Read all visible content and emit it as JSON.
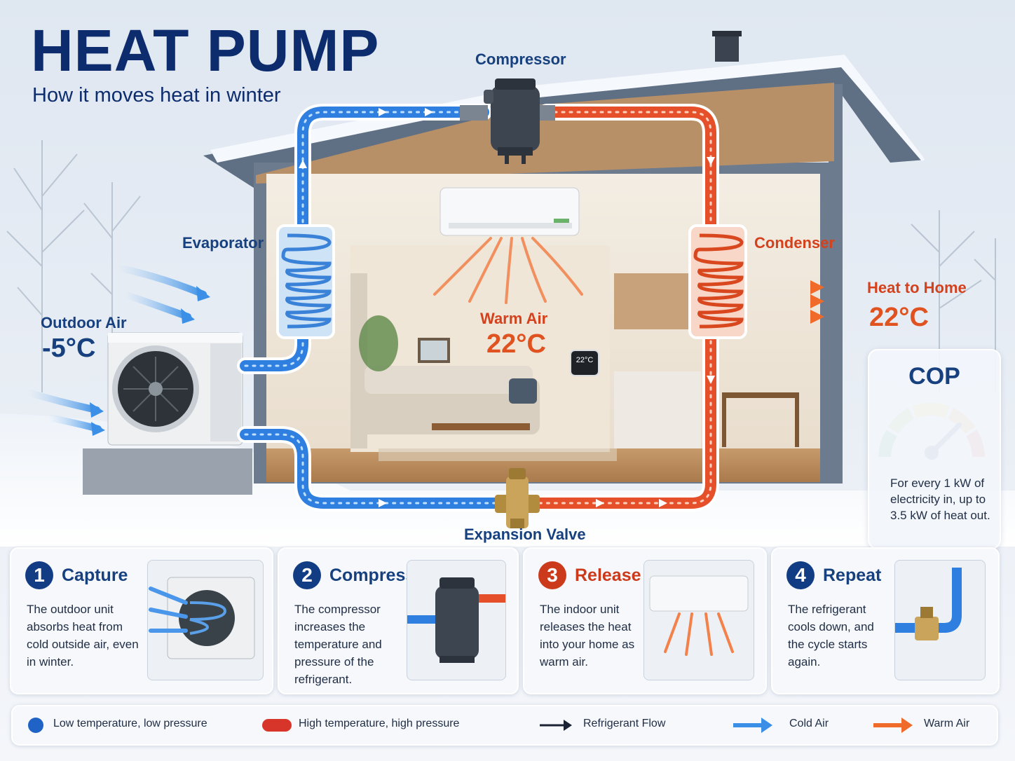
{
  "header": {
    "title": "HEAT PUMP",
    "subtitle": "How it moves heat in winter"
  },
  "diagram": {
    "compressor_label": "Compressor",
    "evaporator_label": "Evaporator",
    "condenser_label": "Condenser",
    "expansion_valve_label": "Expansion Valve",
    "outdoor_air": {
      "label": "Outdoor Air",
      "temp": "-5°C"
    },
    "warm_air": {
      "label": "Warm Air",
      "temp": "22°C"
    },
    "heat_to_home": {
      "label": "Heat to Home",
      "temp": "22°C"
    },
    "thermostat_reading": "22°C"
  },
  "cop": {
    "title": "COP",
    "description": "For every 1 kW of electricity in, up to 3.5 kW of heat out.",
    "gauge_level": 0.75
  },
  "steps": [
    {
      "number": "1",
      "title": "Capture",
      "text": "The outdoor unit absorbs heat from cold outside air, even in winter."
    },
    {
      "number": "2",
      "title": "Compress",
      "text": "The compressor increases the temperature and pressure of the refrigerant."
    },
    {
      "number": "3",
      "title": "Release",
      "text": "The indoor unit releases the heat into your home as warm air."
    },
    {
      "number": "4",
      "title": "Repeat",
      "text": "The refrigerant cools down, and the cycle starts again."
    }
  ],
  "legend": {
    "low": "Low temperature, low pressure",
    "high": "High temperature, high pressure",
    "flow": "Refrigerant Flow",
    "cold": "Cold Air",
    "warm": "Warm Air"
  },
  "colors": {
    "cold_pipe": "#2f7fe0",
    "hot_pipe": "#e5502a",
    "title_blue": "#0d2c6e",
    "accent_red": "#d4411d"
  }
}
